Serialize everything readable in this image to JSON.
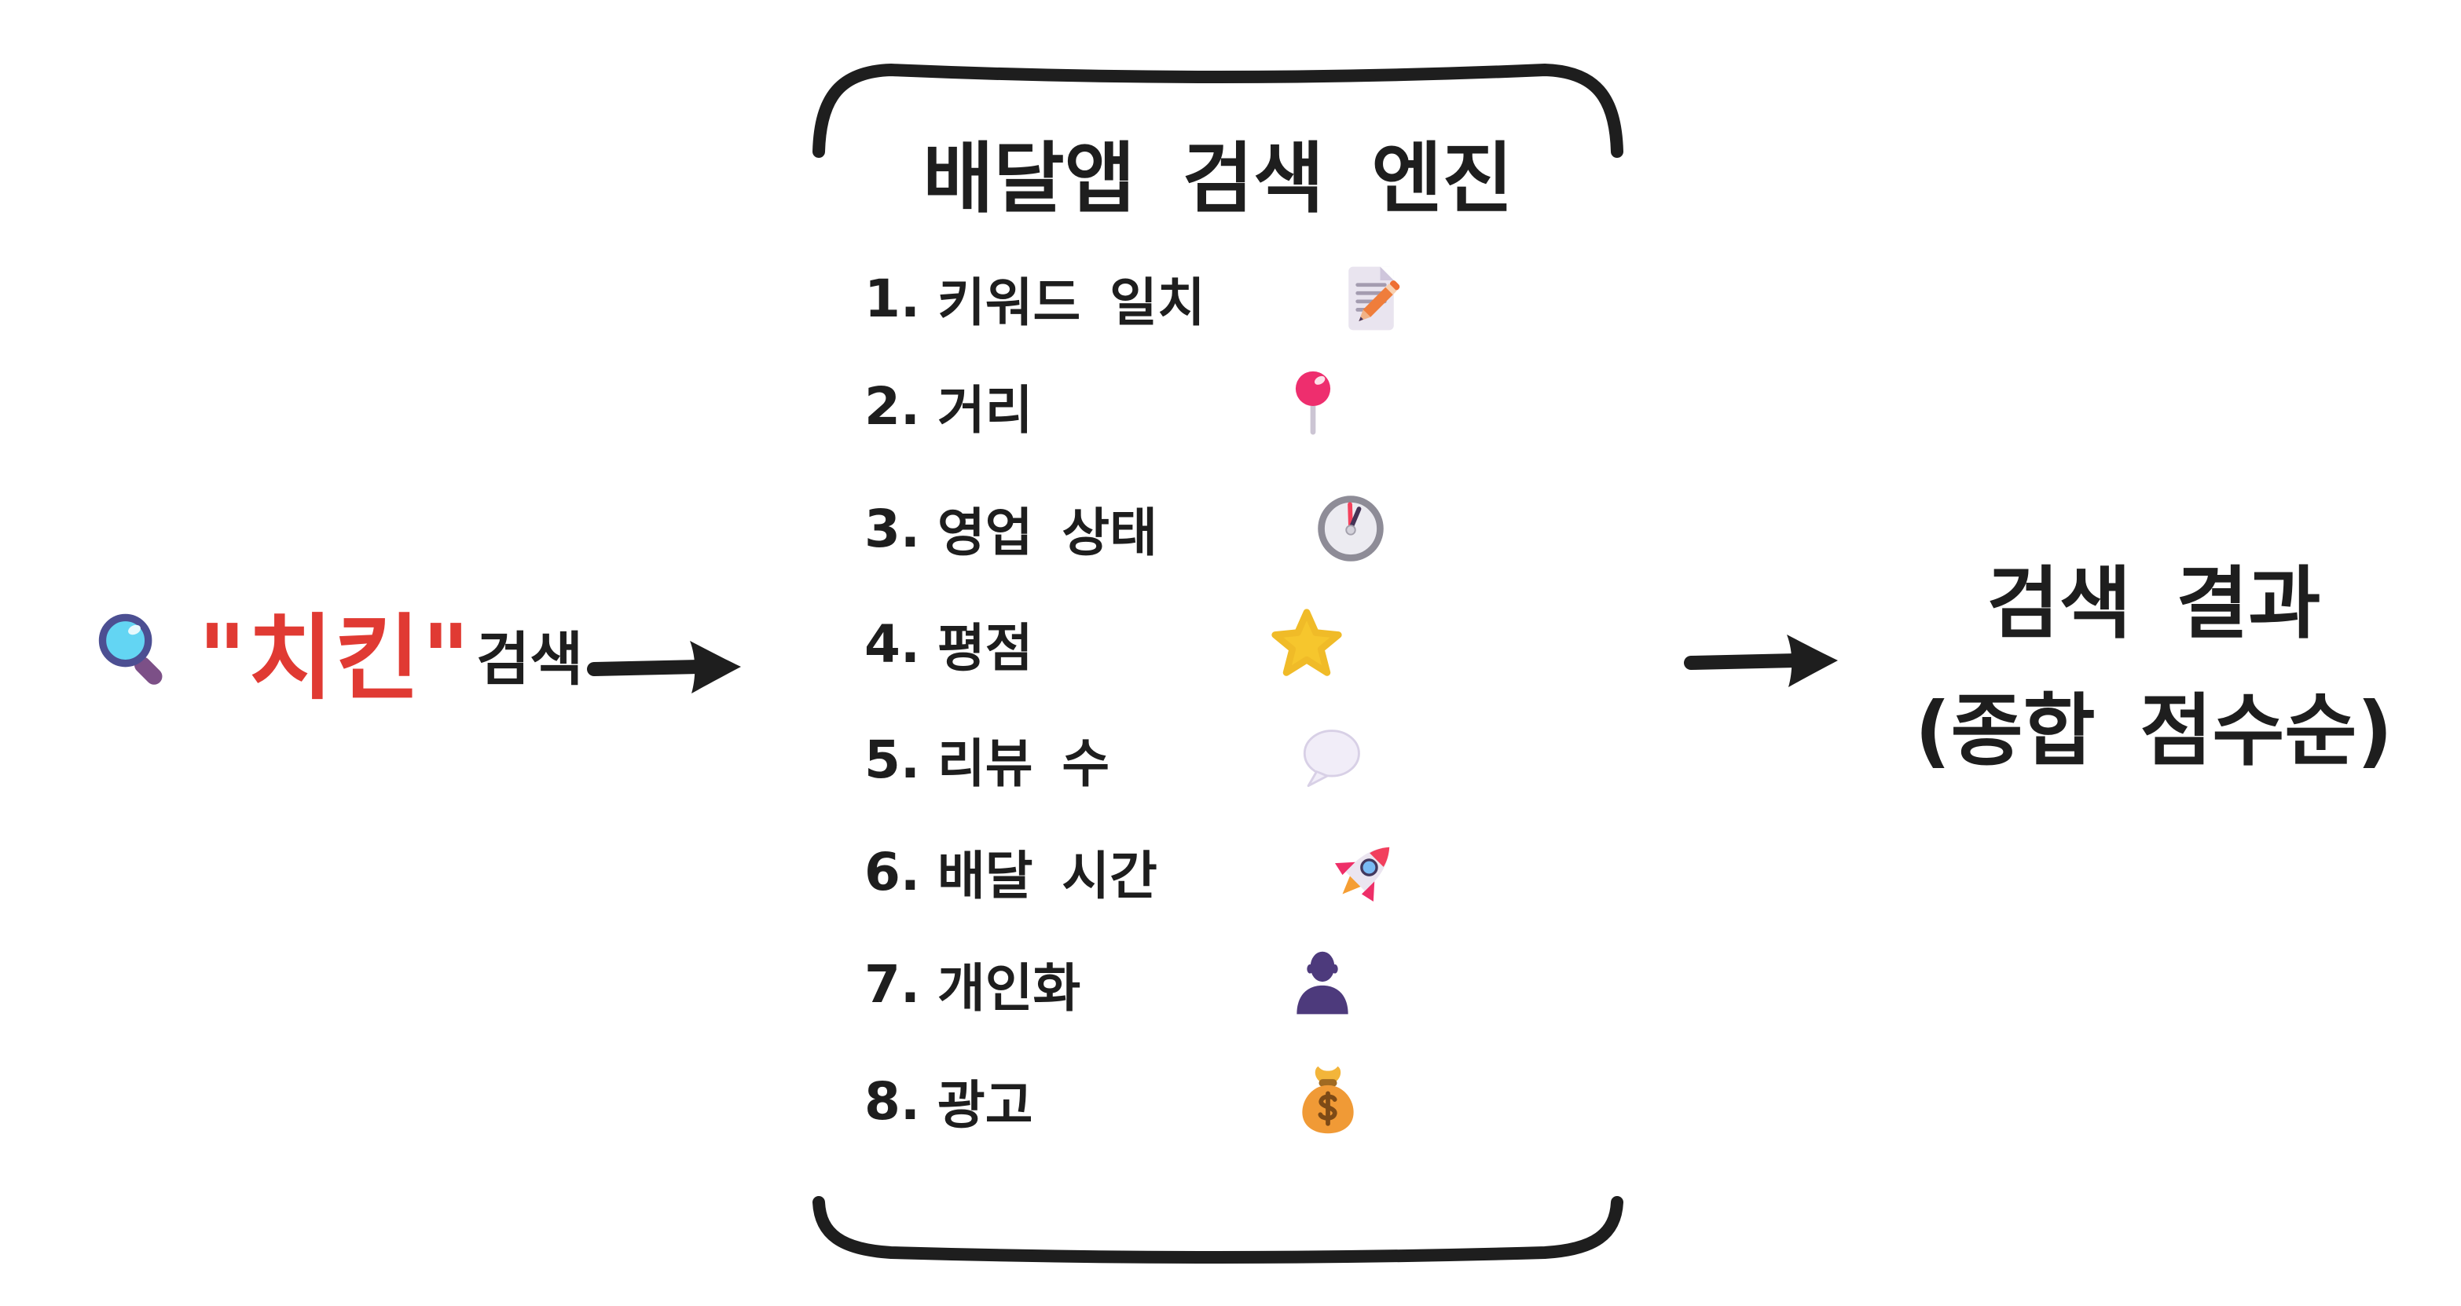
{
  "search": {
    "icon": "magnifier-icon",
    "query": "\"치킨\"",
    "suffix": "검색",
    "query_color": "#e03a33"
  },
  "engine": {
    "title": "배달앱 검색 엔진",
    "factors": [
      {
        "num": "1.",
        "label": "키워드 일치",
        "icon": "memo-pencil-icon"
      },
      {
        "num": "2.",
        "label": "거리",
        "icon": "round-pushpin-icon"
      },
      {
        "num": "3.",
        "label": "영업 상태",
        "icon": "clock-icon"
      },
      {
        "num": "4.",
        "label": "평점",
        "icon": "star-icon"
      },
      {
        "num": "5.",
        "label": "리뷰 수",
        "icon": "speech-balloon-icon"
      },
      {
        "num": "6.",
        "label": "배달 시간",
        "icon": "rocket-icon"
      },
      {
        "num": "7.",
        "label": "개인화",
        "icon": "person-icon"
      },
      {
        "num": "8.",
        "label": "광고",
        "icon": "money-bag-icon"
      }
    ]
  },
  "result": {
    "line1": "검색 결과",
    "line2": "(종합 점수순)"
  },
  "colors": {
    "ink": "#1e1e1e",
    "accent_red": "#e03a33",
    "background": "#ffffff"
  }
}
